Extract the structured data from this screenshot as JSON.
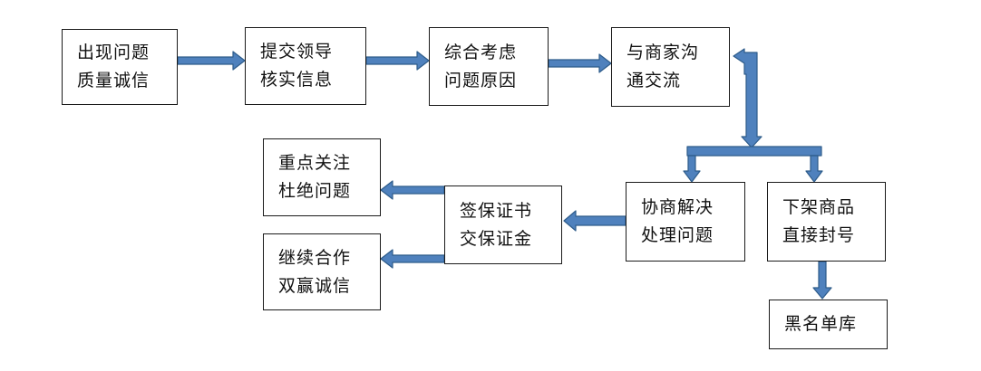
{
  "diagram": {
    "nodes": {
      "problem": {
        "line1": "出现问题",
        "line2": "质量诚信"
      },
      "submit": {
        "line1": "提交领导",
        "line2": "核实信息"
      },
      "analyze": {
        "line1": "综合考虑",
        "line2": "问题原因"
      },
      "merchant": {
        "line1": "与商家沟",
        "line2": "通交流"
      },
      "negotiate": {
        "line1": "协商解决",
        "line2": "处理问题"
      },
      "remove": {
        "line1": "下架商品",
        "line2": "直接封号"
      },
      "blacklist": {
        "line1": "黑名单库"
      },
      "guarantee": {
        "line1": "签保证书",
        "line2": "交保证金"
      },
      "focus": {
        "line1": "重点关注",
        "line2": "杜绝问题"
      },
      "continue": {
        "line1": "继续合作",
        "line2": "双赢诚信"
      }
    },
    "colors": {
      "arrow_fill": "#4f81bd",
      "arrow_stroke": "#2e5c8a",
      "box_border": "#1a1a1a"
    }
  }
}
